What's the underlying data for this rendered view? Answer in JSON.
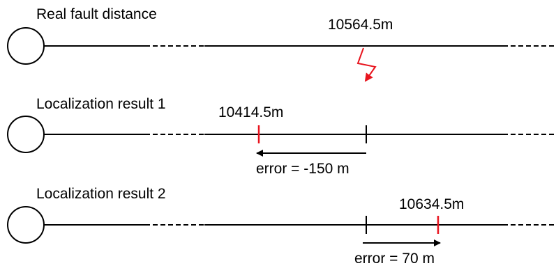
{
  "colors": {
    "line": "#000000",
    "fault": "#e8141e",
    "background": "#ffffff"
  },
  "rows": [
    {
      "title": "Real fault distance",
      "value_label": "10564.5m",
      "icon": "lightning-bolt-icon"
    },
    {
      "title": "Localization result 1",
      "value_label": "10414.5m",
      "error_label": "error = -150 m",
      "arrow_direction": "left"
    },
    {
      "title": "Localization result 2",
      "value_label": "10634.5m",
      "error_label": "error = 70 m",
      "arrow_direction": "right"
    }
  ]
}
